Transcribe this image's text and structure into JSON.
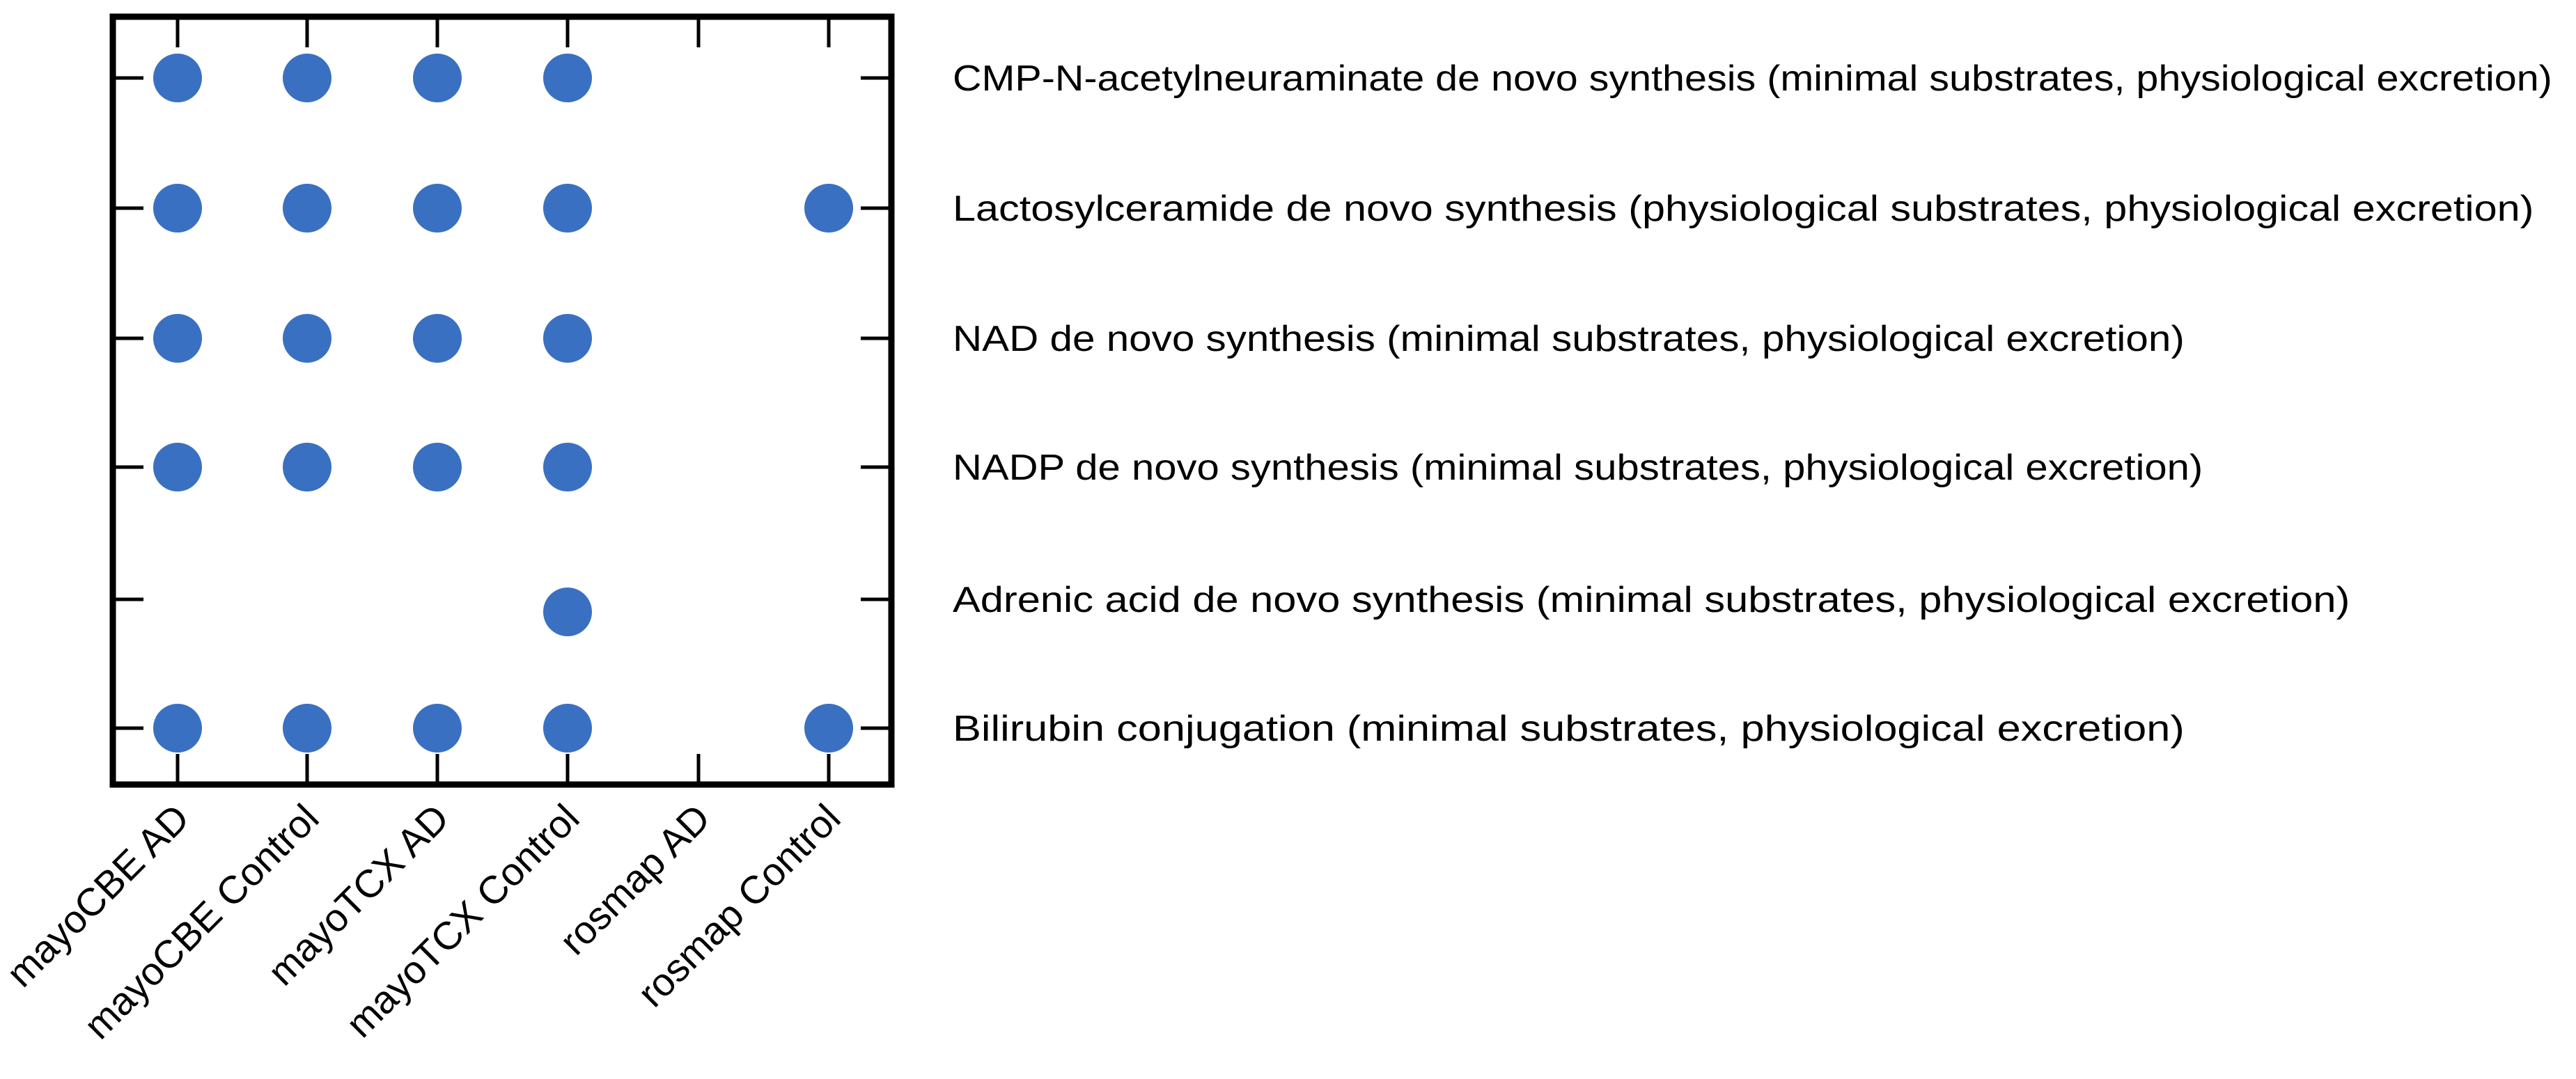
{
  "chart_data": {
    "type": "scatter",
    "title": "",
    "xlabel": "",
    "ylabel": "",
    "x_categories": [
      "mayoCBE AD",
      "mayoCBE Control",
      "mayoTCX AD",
      "mayoTCX Control",
      "rosmap AD",
      "rosmap Control"
    ],
    "y_categories": [
      "CMP-N-acetylneuraminate de novo synthesis (minimal substrates, physiological excretion)",
      "Lactosylceramide de novo synthesis (physiological substrates, physiological excretion)",
      "NAD de novo synthesis (minimal substrates, physiological excretion)",
      "NADP de novo synthesis (minimal substrates, physiological excretion)",
      "Adrenic acid de novo synthesis (minimal substrates, physiological excretion)",
      "Bilirubin conjugation (minimal substrates, physiological excretion)"
    ],
    "points": [
      {
        "x": "mayoCBE AD",
        "y": "CMP-N-acetylneuraminate de novo synthesis (minimal substrates, physiological excretion)"
      },
      {
        "x": "mayoCBE Control",
        "y": "CMP-N-acetylneuraminate de novo synthesis (minimal substrates, physiological excretion)"
      },
      {
        "x": "mayoTCX AD",
        "y": "CMP-N-acetylneuraminate de novo synthesis (minimal substrates, physiological excretion)"
      },
      {
        "x": "mayoTCX Control",
        "y": "CMP-N-acetylneuraminate de novo synthesis (minimal substrates, physiological excretion)"
      },
      {
        "x": "mayoCBE AD",
        "y": "Lactosylceramide de novo synthesis (physiological substrates, physiological excretion)"
      },
      {
        "x": "mayoCBE Control",
        "y": "Lactosylceramide de novo synthesis (physiological substrates, physiological excretion)"
      },
      {
        "x": "mayoTCX AD",
        "y": "Lactosylceramide de novo synthesis (physiological substrates, physiological excretion)"
      },
      {
        "x": "mayoTCX Control",
        "y": "Lactosylceramide de novo synthesis (physiological substrates, physiological excretion)"
      },
      {
        "x": "rosmap Control",
        "y": "Lactosylceramide de novo synthesis (physiological substrates, physiological excretion)"
      },
      {
        "x": "mayoCBE AD",
        "y": "NAD de novo synthesis (minimal substrates, physiological excretion)"
      },
      {
        "x": "mayoCBE Control",
        "y": "NAD de novo synthesis (minimal substrates, physiological excretion)"
      },
      {
        "x": "mayoTCX AD",
        "y": "NAD de novo synthesis (minimal substrates, physiological excretion)"
      },
      {
        "x": "mayoTCX Control",
        "y": "NAD de novo synthesis (minimal substrates, physiological excretion)"
      },
      {
        "x": "mayoCBE AD",
        "y": "NADP de novo synthesis (minimal substrates, physiological excretion)"
      },
      {
        "x": "mayoCBE Control",
        "y": "NADP de novo synthesis (minimal substrates, physiological excretion)"
      },
      {
        "x": "mayoTCX AD",
        "y": "NADP de novo synthesis (minimal substrates, physiological excretion)"
      },
      {
        "x": "mayoTCX Control",
        "y": "NADP de novo synthesis (minimal substrates, physiological excretion)"
      },
      {
        "x": "mayoTCX Control",
        "y": "Adrenic acid de novo synthesis (minimal substrates, physiological excretion)"
      },
      {
        "x": "mayoCBE AD",
        "y": "Bilirubin conjugation (minimal substrates, physiological excretion)"
      },
      {
        "x": "mayoCBE Control",
        "y": "Bilirubin conjugation (minimal substrates, physiological excretion)"
      },
      {
        "x": "mayoTCX AD",
        "y": "Bilirubin conjugation (minimal substrates, physiological excretion)"
      },
      {
        "x": "mayoTCX Control",
        "y": "Bilirubin conjugation (minimal substrates, physiological excretion)"
      },
      {
        "x": "rosmap Control",
        "y": "Bilirubin conjugation (minimal substrates, physiological excretion)"
      }
    ],
    "marker_color": "#3a70c2",
    "grid": false,
    "legend": "none"
  }
}
